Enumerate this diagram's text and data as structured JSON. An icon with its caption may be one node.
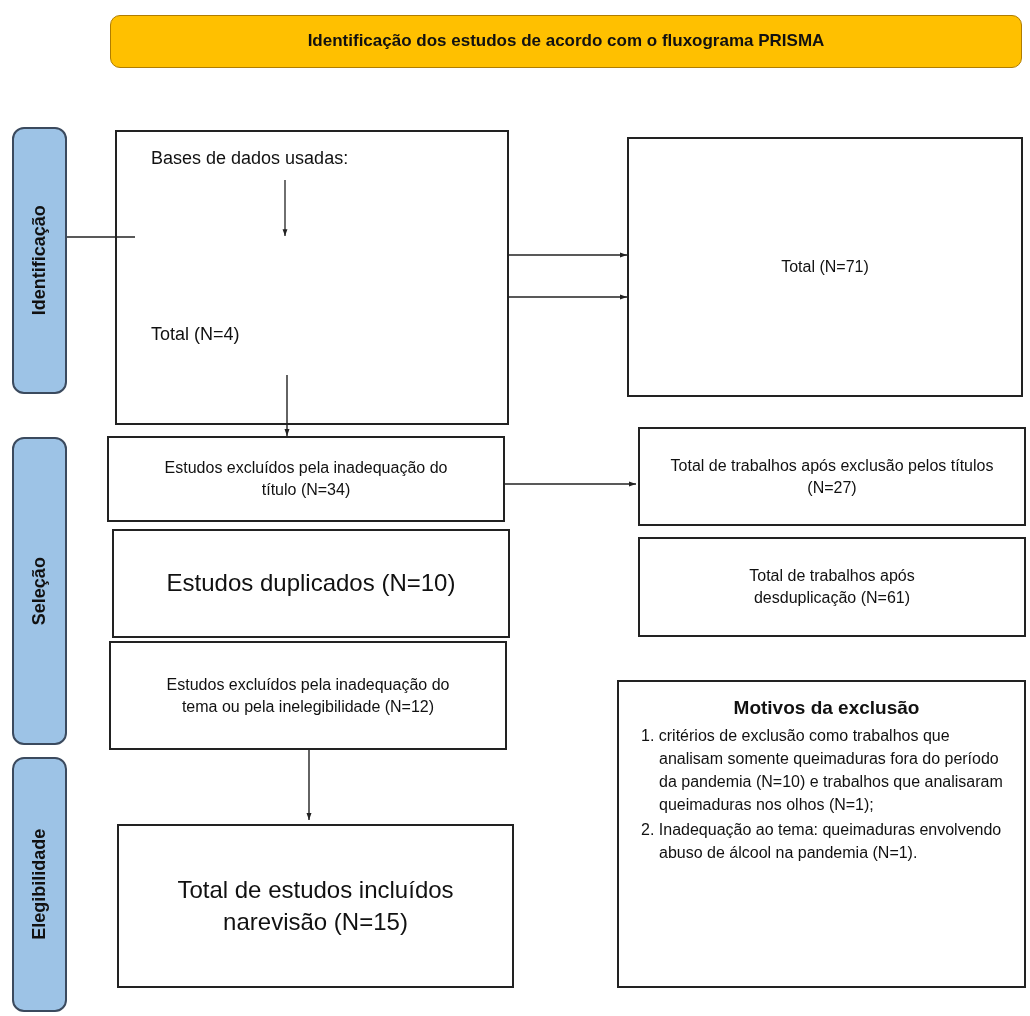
{
  "diagram": {
    "nodes": [
      {
        "text": [
          "Identificação dos estudos de acordo com o fluxograma PRISMA"
        ]
      },
      {
        "text": [
          "Identificação"
        ]
      },
      {
        "text": [
          "Seleção"
        ]
      },
      {
        "text": [
          "Elegibilidade"
        ]
      },
      {
        "text": [
          "Bases de dados usadas:",
          "Total (N=4)"
        ]
      },
      {
        "text": [
          "Total (N=71)"
        ]
      },
      {
        "text": [
          "Estudos excluídos pela inadequação do título (N=34)"
        ]
      },
      {
        "text": [
          "Total de trabalhos após exclusão pelos títulos (N=27)"
        ]
      },
      {
        "text": [
          "Estudos duplicados (N=10)"
        ]
      },
      {
        "text": [
          "Total de trabalhos após desduplicação (N=61)"
        ]
      },
      {
        "text": [
          "Estudos excluídos pela inadequação do tema ou pela inelegibilidade (N=12)"
        ]
      },
      {
        "text": [
          "Motivos da exclusão",
          "1. critérios de exclusão como trabalhos que analisam somente queimaduras fora do período da pandemia (N=10) e trabalhos que analisaram queimaduras nos olhos (N=1);",
          "2. Inadequação ao tema: queimaduras envolvendo abuso de álcool na pandemia (N=1)."
        ]
      },
      {
        "text": [
          "Total de estudos incluídos narevisão (N=15)"
        ]
      }
    ],
    "edges": [
      {
        "from": 1,
        "to": 4,
        "arrow": "none"
      },
      {
        "from": 4,
        "to": 5,
        "arrow": "to"
      },
      {
        "from": 4,
        "to": 5,
        "arrow": "to"
      },
      {
        "from": 4,
        "to": 6,
        "arrow": "to"
      },
      {
        "from": 6,
        "to": 7,
        "arrow": "to"
      },
      {
        "from": 10,
        "to": 12,
        "arrow": "to"
      }
    ]
  }
}
